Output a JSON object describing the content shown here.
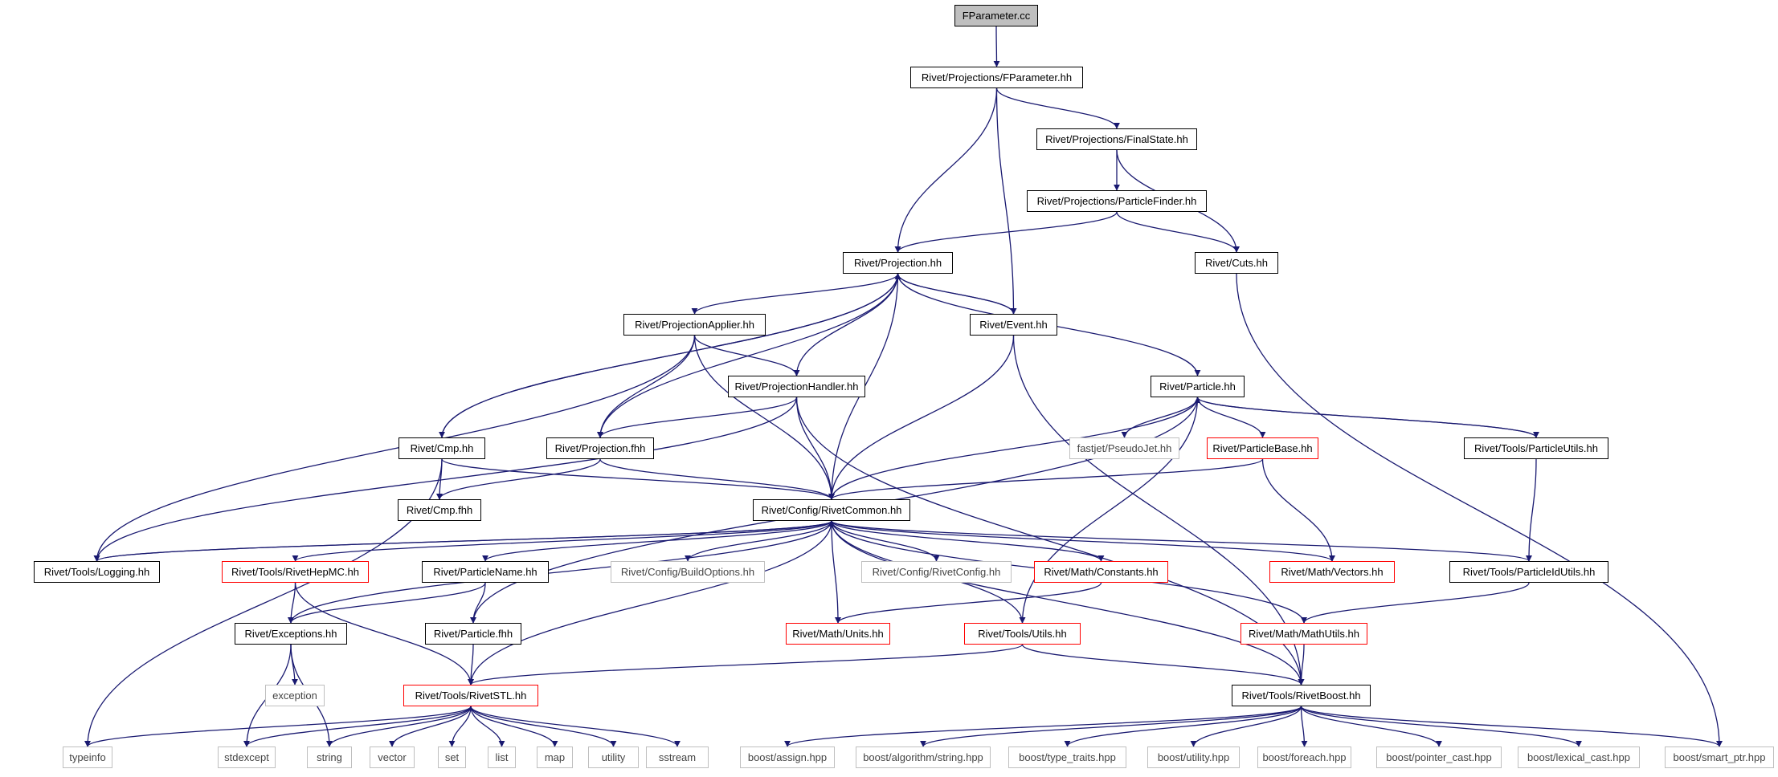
{
  "diagram": {
    "type": "include dependency graph",
    "nodes": [
      {
        "id": "fparameter_cc",
        "label": "FParameter.cc",
        "style": "root"
      },
      {
        "id": "fparameter_hh",
        "label": "Rivet/Projections/FParameter.hh",
        "style": "normal"
      },
      {
        "id": "finalstate",
        "label": "Rivet/Projections/FinalState.hh",
        "style": "normal"
      },
      {
        "id": "particlefinder",
        "label": "Rivet/Projections/ParticleFinder.hh",
        "style": "normal"
      },
      {
        "id": "projection_hh",
        "label": "Rivet/Projection.hh",
        "style": "normal"
      },
      {
        "id": "cuts",
        "label": "Rivet/Cuts.hh",
        "style": "normal"
      },
      {
        "id": "projapplier",
        "label": "Rivet/ProjectionApplier.hh",
        "style": "normal"
      },
      {
        "id": "event",
        "label": "Rivet/Event.hh",
        "style": "normal"
      },
      {
        "id": "projhandler",
        "label": "Rivet/ProjectionHandler.hh",
        "style": "normal"
      },
      {
        "id": "particle_hh",
        "label": "Rivet/Particle.hh",
        "style": "normal"
      },
      {
        "id": "cmp_hh",
        "label": "Rivet/Cmp.hh",
        "style": "normal"
      },
      {
        "id": "projection_fhh",
        "label": "Rivet/Projection.fhh",
        "style": "normal"
      },
      {
        "id": "pseudojet",
        "label": "fastjet/PseudoJet.hh",
        "style": "external"
      },
      {
        "id": "particlebase",
        "label": "Rivet/ParticleBase.hh",
        "style": "red"
      },
      {
        "id": "particleutils",
        "label": "Rivet/Tools/ParticleUtils.hh",
        "style": "normal"
      },
      {
        "id": "cmp_fhh",
        "label": "Rivet/Cmp.fhh",
        "style": "normal"
      },
      {
        "id": "rivetcommon",
        "label": "Rivet/Config/RivetCommon.hh",
        "style": "normal"
      },
      {
        "id": "logging",
        "label": "Rivet/Tools/Logging.hh",
        "style": "normal"
      },
      {
        "id": "rivethepmc",
        "label": "Rivet/Tools/RivetHepMC.hh",
        "style": "red"
      },
      {
        "id": "particlename",
        "label": "Rivet/ParticleName.hh",
        "style": "normal"
      },
      {
        "id": "buildoptions",
        "label": "Rivet/Config/BuildOptions.hh",
        "style": "external"
      },
      {
        "id": "rivetconfig",
        "label": "Rivet/Config/RivetConfig.hh",
        "style": "external"
      },
      {
        "id": "constants",
        "label": "Rivet/Math/Constants.hh",
        "style": "red"
      },
      {
        "id": "vectors",
        "label": "Rivet/Math/Vectors.hh",
        "style": "red"
      },
      {
        "id": "particleidutils",
        "label": "Rivet/Tools/ParticleIdUtils.hh",
        "style": "normal"
      },
      {
        "id": "exceptions",
        "label": "Rivet/Exceptions.hh",
        "style": "normal"
      },
      {
        "id": "particle_fhh",
        "label": "Rivet/Particle.fhh",
        "style": "normal"
      },
      {
        "id": "units",
        "label": "Rivet/Math/Units.hh",
        "style": "red"
      },
      {
        "id": "utils",
        "label": "Rivet/Tools/Utils.hh",
        "style": "red"
      },
      {
        "id": "mathutils",
        "label": "Rivet/Math/MathUtils.hh",
        "style": "red"
      },
      {
        "id": "exception",
        "label": "exception",
        "style": "external"
      },
      {
        "id": "rivetstl",
        "label": "Rivet/Tools/RivetSTL.hh",
        "style": "red"
      },
      {
        "id": "rivetboost",
        "label": "Rivet/Tools/RivetBoost.hh",
        "style": "normal"
      },
      {
        "id": "typeinfo",
        "label": "typeinfo",
        "style": "external"
      },
      {
        "id": "stdexcept",
        "label": "stdexcept",
        "style": "external"
      },
      {
        "id": "string",
        "label": "string",
        "style": "external"
      },
      {
        "id": "vector",
        "label": "vector",
        "style": "external"
      },
      {
        "id": "set",
        "label": "set",
        "style": "external"
      },
      {
        "id": "list",
        "label": "list",
        "style": "external"
      },
      {
        "id": "map",
        "label": "map",
        "style": "external"
      },
      {
        "id": "utility",
        "label": "utility",
        "style": "external"
      },
      {
        "id": "sstream",
        "label": "sstream",
        "style": "external"
      },
      {
        "id": "assign",
        "label": "boost/assign.hpp",
        "style": "external"
      },
      {
        "id": "algostring",
        "label": "boost/algorithm/string.hpp",
        "style": "external"
      },
      {
        "id": "typetraits",
        "label": "boost/type_traits.hpp",
        "style": "external"
      },
      {
        "id": "butility",
        "label": "boost/utility.hpp",
        "style": "external"
      },
      {
        "id": "foreach",
        "label": "boost/foreach.hpp",
        "style": "external"
      },
      {
        "id": "pointercast",
        "label": "boost/pointer_cast.hpp",
        "style": "external"
      },
      {
        "id": "lexicalcast",
        "label": "boost/lexical_cast.hpp",
        "style": "external"
      },
      {
        "id": "smartptr",
        "label": "boost/smart_ptr.hpp",
        "style": "external"
      }
    ],
    "edges": [
      [
        "fparameter_cc",
        "fparameter_hh"
      ],
      [
        "fparameter_hh",
        "finalstate"
      ],
      [
        "fparameter_hh",
        "projection_hh"
      ],
      [
        "fparameter_hh",
        "event"
      ],
      [
        "finalstate",
        "particlefinder"
      ],
      [
        "finalstate",
        "cuts"
      ],
      [
        "particlefinder",
        "projection_hh"
      ],
      [
        "particlefinder",
        "cuts"
      ],
      [
        "cuts",
        "smartptr"
      ],
      [
        "projection_hh",
        "projapplier"
      ],
      [
        "projection_hh",
        "event"
      ],
      [
        "projection_hh",
        "projhandler"
      ],
      [
        "projection_hh",
        "particle_hh"
      ],
      [
        "projection_hh",
        "cmp_hh"
      ],
      [
        "projection_hh",
        "projection_fhh"
      ],
      [
        "projection_hh",
        "rivetcommon"
      ],
      [
        "event",
        "projection_hh"
      ],
      [
        "event",
        "rivetcommon"
      ],
      [
        "event",
        "rivetboost"
      ],
      [
        "projapplier",
        "projhandler"
      ],
      [
        "projapplier",
        "projection_fhh"
      ],
      [
        "projapplier",
        "rivetcommon"
      ],
      [
        "projapplier",
        "logging"
      ],
      [
        "projhandler",
        "projection_fhh"
      ],
      [
        "projhandler",
        "rivetcommon"
      ],
      [
        "projhandler",
        "logging"
      ],
      [
        "projhandler",
        "rivetboost"
      ],
      [
        "cmp_hh",
        "projection_hh"
      ],
      [
        "cmp_hh",
        "cmp_fhh"
      ],
      [
        "cmp_hh",
        "rivetcommon"
      ],
      [
        "cmp_hh",
        "typeinfo"
      ],
      [
        "projection_fhh",
        "cmp_fhh"
      ],
      [
        "projection_fhh",
        "rivetcommon"
      ],
      [
        "particle_hh",
        "pseudojet"
      ],
      [
        "particle_hh",
        "particlebase"
      ],
      [
        "particle_hh",
        "particleutils"
      ],
      [
        "particle_hh",
        "rivetcommon"
      ],
      [
        "particle_hh",
        "particle_fhh"
      ],
      [
        "particle_hh",
        "utils"
      ],
      [
        "particleutils",
        "particle_hh"
      ],
      [
        "particleutils",
        "particleidutils"
      ],
      [
        "particlebase",
        "rivetcommon"
      ],
      [
        "particlebase",
        "vectors"
      ],
      [
        "rivetcommon",
        "logging"
      ],
      [
        "rivetcommon",
        "rivethepmc"
      ],
      [
        "rivetcommon",
        "particlename"
      ],
      [
        "rivetcommon",
        "buildoptions"
      ],
      [
        "rivetcommon",
        "rivetconfig"
      ],
      [
        "rivetcommon",
        "constants"
      ],
      [
        "rivetcommon",
        "vectors"
      ],
      [
        "rivetcommon",
        "particleidutils"
      ],
      [
        "rivetcommon",
        "units"
      ],
      [
        "rivetcommon",
        "utils"
      ],
      [
        "rivetcommon",
        "mathutils"
      ],
      [
        "rivetcommon",
        "rivetstl"
      ],
      [
        "rivetcommon",
        "rivetboost"
      ],
      [
        "rivetcommon",
        "exceptions"
      ],
      [
        "logging",
        "rivetcommon"
      ],
      [
        "rivethepmc",
        "exceptions"
      ],
      [
        "rivethepmc",
        "rivetstl"
      ],
      [
        "particlename",
        "exceptions"
      ],
      [
        "particlename",
        "particle_fhh"
      ],
      [
        "particle_fhh",
        "rivetstl"
      ],
      [
        "constants",
        "units"
      ],
      [
        "particleidutils",
        "mathutils"
      ],
      [
        "utils",
        "rivetstl"
      ],
      [
        "utils",
        "rivetboost"
      ],
      [
        "mathutils",
        "rivetboost"
      ],
      [
        "exceptions",
        "exception"
      ],
      [
        "exceptions",
        "stdexcept"
      ],
      [
        "exceptions",
        "string"
      ],
      [
        "rivetstl",
        "typeinfo"
      ],
      [
        "rivetstl",
        "stdexcept"
      ],
      [
        "rivetstl",
        "string"
      ],
      [
        "rivetstl",
        "vector"
      ],
      [
        "rivetstl",
        "set"
      ],
      [
        "rivetstl",
        "list"
      ],
      [
        "rivetstl",
        "map"
      ],
      [
        "rivetstl",
        "utility"
      ],
      [
        "rivetstl",
        "sstream"
      ],
      [
        "rivetboost",
        "assign"
      ],
      [
        "rivetboost",
        "algostring"
      ],
      [
        "rivetboost",
        "typetraits"
      ],
      [
        "rivetboost",
        "butility"
      ],
      [
        "rivetboost",
        "foreach"
      ],
      [
        "rivetboost",
        "pointercast"
      ],
      [
        "rivetboost",
        "lexicalcast"
      ],
      [
        "rivetboost",
        "smartptr"
      ]
    ]
  }
}
